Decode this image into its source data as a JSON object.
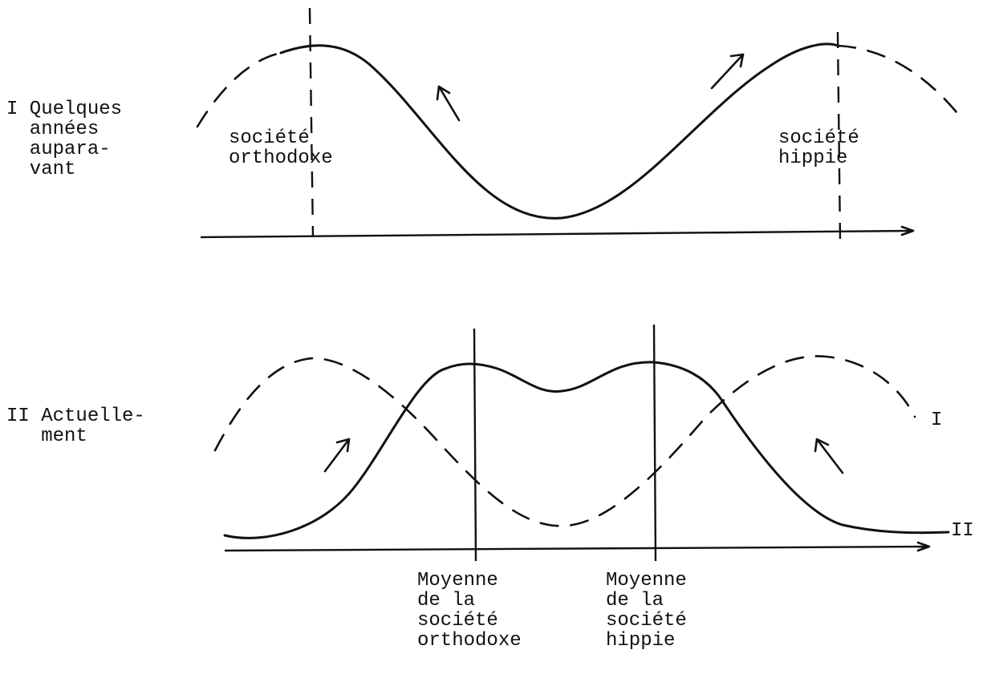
{
  "panel_top": {
    "label": "I Quelques\n  années\n  aupara-\n  vant",
    "left_group": "société\northodoxe",
    "right_group": "société\nhippie"
  },
  "panel_bottom": {
    "label": "II Actuelle-\n   ment",
    "curve_label_old": "I",
    "curve_label_new": "II",
    "left_mean": "Moyenne\nde la\nsociété\northodoxe",
    "right_mean": "Moyenne\nde la\nsociété\nhippie"
  },
  "colors": {
    "ink": "#111111",
    "paper": "#ffffff"
  }
}
